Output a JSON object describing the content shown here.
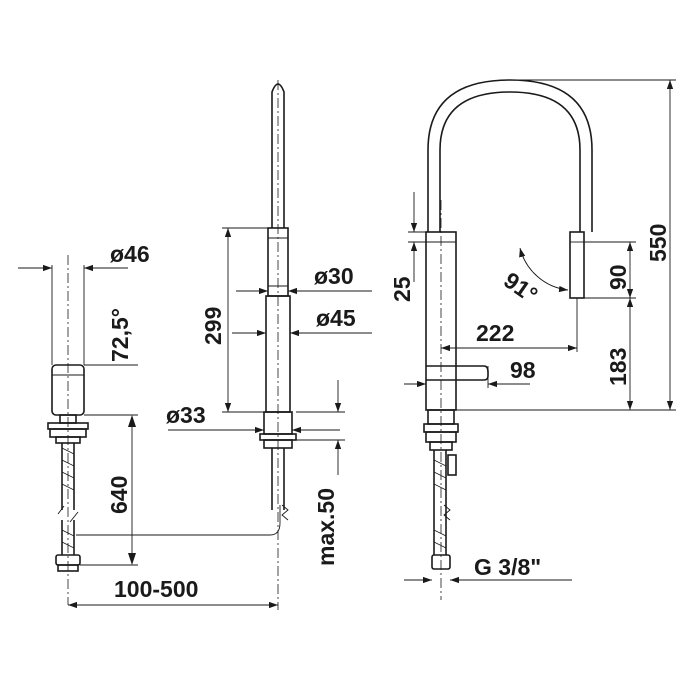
{
  "dimensions": {
    "d46": "ø46",
    "a725": "72,5°",
    "l640": "640",
    "l100500": "100-500",
    "l299": "299",
    "d30": "ø30",
    "d45": "ø45",
    "d33": "ø33",
    "max50": "max.50",
    "l25": "25",
    "a91": "91°",
    "l90": "90",
    "l550": "550",
    "l222": "222",
    "l183": "183",
    "l98": "98",
    "thread": "G 3/8\""
  }
}
